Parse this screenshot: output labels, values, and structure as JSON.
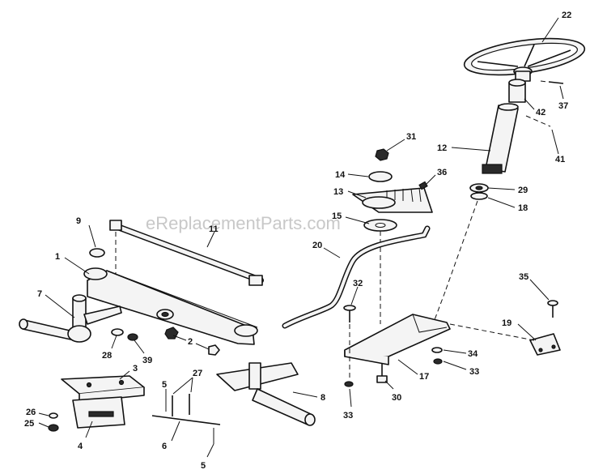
{
  "watermark": "eReplacementParts.com",
  "callouts": [
    {
      "id": "c22",
      "text": "22"
    },
    {
      "id": "c37",
      "text": "37"
    },
    {
      "id": "c42",
      "text": "42"
    },
    {
      "id": "c41",
      "text": "41"
    },
    {
      "id": "c12",
      "text": "12"
    },
    {
      "id": "c31",
      "text": "31"
    },
    {
      "id": "c36",
      "text": "36"
    },
    {
      "id": "c14",
      "text": "14"
    },
    {
      "id": "c13",
      "text": "13"
    },
    {
      "id": "c29",
      "text": "29"
    },
    {
      "id": "c18",
      "text": "18"
    },
    {
      "id": "c15",
      "text": "15"
    },
    {
      "id": "c9",
      "text": "9"
    },
    {
      "id": "c11",
      "text": "11"
    },
    {
      "id": "c20",
      "text": "20"
    },
    {
      "id": "c1",
      "text": "1"
    },
    {
      "id": "c32",
      "text": "32"
    },
    {
      "id": "c35",
      "text": "35"
    },
    {
      "id": "c7",
      "text": "7"
    },
    {
      "id": "c19",
      "text": "19"
    },
    {
      "id": "c2",
      "text": "2"
    },
    {
      "id": "c28",
      "text": "28"
    },
    {
      "id": "c39",
      "text": "39"
    },
    {
      "id": "c34",
      "text": "34"
    },
    {
      "id": "c3",
      "text": "3"
    },
    {
      "id": "c33a",
      "text": "33"
    },
    {
      "id": "c17",
      "text": "17"
    },
    {
      "id": "c27",
      "text": "27"
    },
    {
      "id": "c5a",
      "text": "5"
    },
    {
      "id": "c8",
      "text": "8"
    },
    {
      "id": "c26",
      "text": "26"
    },
    {
      "id": "c25",
      "text": "25"
    },
    {
      "id": "c30",
      "text": "30"
    },
    {
      "id": "c33b",
      "text": "33"
    },
    {
      "id": "c4",
      "text": "4"
    },
    {
      "id": "c6",
      "text": "6"
    },
    {
      "id": "c5b",
      "text": "5"
    }
  ]
}
